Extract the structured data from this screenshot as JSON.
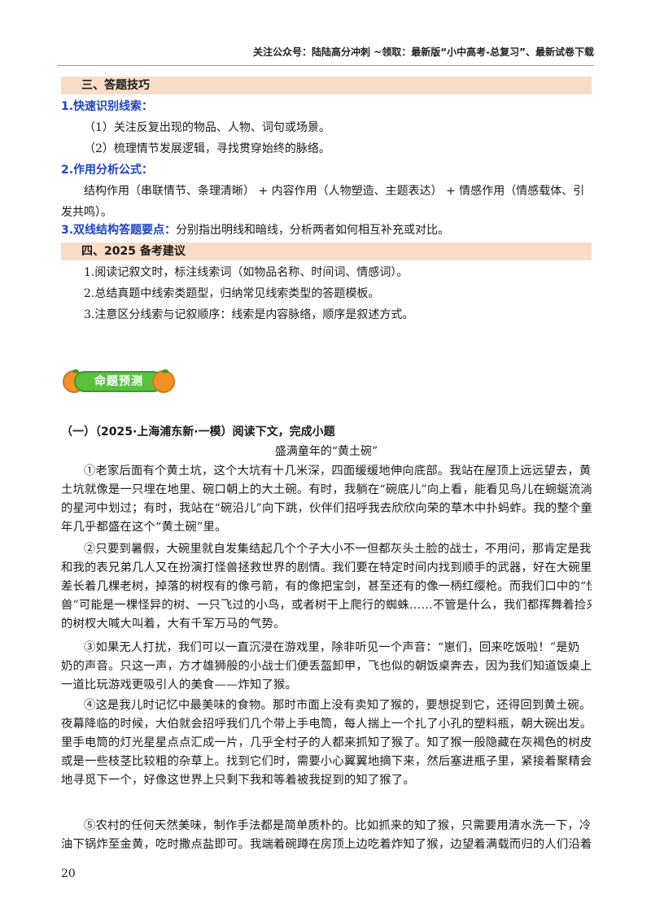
{
  "header": "关注公众号：陆陆高分冲刺 ~领取：最新版“小中高考-总复习”、最新试卷下载",
  "section3": {
    "title": "三、答题技巧",
    "item1_title": "1.快速识别线索：",
    "item1_lines": [
      "（1）关注反复出现的物品、人物、词句或场景。",
      "（2）梳理情节发展逻辑，寻找贯穿始终的脉络。"
    ],
    "item2_title": "2.作用分析公式：",
    "item2_line1": "结构作用（串联情节、条理清晰） + 内容作用（人物塑造、主题表达） + 情感作用（情感载体、引",
    "item2_line2": "发共鸣）。",
    "item3_title": "3.双线结构答题要点：",
    "item3_text": "分别指出明线和暗线，分析两者如何相互补充或对比。"
  },
  "section4": {
    "title": "四、2025 备考建议",
    "lines": [
      "1.阅读记叙文时，标注线索词（如物品名称、时间词、情感词）。",
      "2.总结真题中线索类题型，归纳常见线索类型的答题模板。",
      "3.注意区分线索与记叙顺序：线索是内容脉络，顺序是叙述方式。"
    ]
  },
  "badge": "命题预测",
  "question": {
    "title": "（一）（2025·上海浦东新·一模）阅读下文，完成小题",
    "article_title": "盛满童年的“黄土碗”",
    "paragraphs": [
      [
        "①老家后面有个黄土坑，这个大坑有十几米深，四面缓缓地伸向底部。我站在屋顶上远远望去，黄",
        "土坑就像是一只埋在地里、碗口朝上的大土碗。有时，我躺在“碗底儿”向上看，能看见鸟儿在蜿蜒流淌",
        "的星河中划过；有时，我站在“碗沿儿”向下跳，伙伴们招呼我去欣欣向荣的草木中扑蚂蚱。我的整个童",
        "年几乎都盛在这个“黄土碗”里。"
      ],
      [
        "②只要到暑假，大碗里就自发集结起几个个子大小不一但都灰头土脸的战士，不用问，那肯定是我",
        "和我的表兄弟几人又在扮演打怪兽拯救世界的剧情。我们要在特定时间内找到顺手的武器，好在大碗里参",
        "差长着几棵老树，掉落的树杈有的像弓箭，有的像把宝剑，甚至还有的像一柄红缨枪。而我们口中的“怪",
        "兽”可能是一棵怪异的树、一只飞过的小鸟，或者树干上爬行的蜘蛛……不管是什么，我们都挥舞着捡来",
        "的树杈大喊大叫着，大有千军万马的气势。"
      ],
      [
        "③如果无人打扰，我们可以一直沉浸在游戏里，除非听见一个声音：“崽们，回来吃饭啦！”是奶",
        "奶的声音。只这一声，方才雄狮般的小战士们便丢盔卸甲，飞也似的朝饭桌奔去，因为我们知道饭桌上有",
        "一道比玩游戏更吸引人的美食——炸知了猴。"
      ],
      [
        "④这是我儿时记忆中最美味的食物。那时市面上没有卖知了猴的，要想捉到它，还得回到黄土碗。",
        "夜幕降临的时候，大伯就会招呼我们几个带上手电筒，每人揣上一个扎了小孔的塑料瓶，朝大碗出发。碗",
        "里手电筒的灯光星星点点汇成一片，几乎全村子的人都来抓知了猴了。知了猴一般隐藏在灰褐色的树皮上，",
        "或是一些枝茎比较粗的杂草上。找到它们时，需要小心翼翼地摘下来，然后塞进瓶子里，紧接着聚精会神",
        "地寻觅下一个，好像这世界上只剩下我和等着被我捉到的知了猴了。"
      ],
      [
        "⑤农村的任何天然美味，制作手法都是简单质朴的。比如抓来的知了猴，只需要用清水洗一下，冷",
        "油下锅炸至金黄，吃时撒点盐即可。我端着碗蹲在房顶上边吃着炸知了猴，边望着满载而归的人们沿着碗"
      ]
    ]
  },
  "page_number": "20"
}
